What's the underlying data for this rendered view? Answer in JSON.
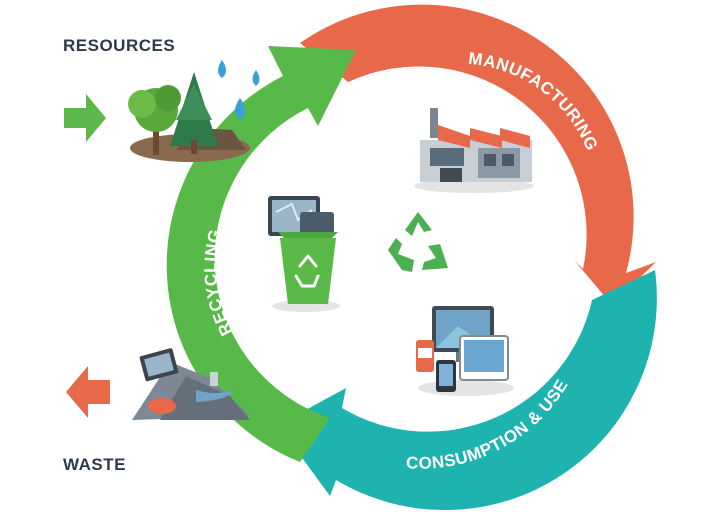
{
  "labels": {
    "resources": "RESOURCES",
    "waste": "WASTE",
    "manufacturing": "MANUFACTURING",
    "consumption": "CONSUMPTION & USE",
    "recycling": "RECYCLING"
  },
  "colors": {
    "manufacturing": "#e8694a",
    "consumption": "#1fb3b0",
    "recycling": "#57b947",
    "inflow_arrow": "#5cb84a",
    "outflow_arrow": "#e8694a",
    "label_text": "#2f3a48",
    "recycle_symbol": "#4caf50"
  },
  "icons": {
    "resources": "trees-water-icon",
    "manufacturing": "factory-icon",
    "consumption": "devices-icon",
    "recycling": "recycle-bin-icon",
    "center": "recycle-symbol-icon",
    "waste": "waste-pile-icon"
  }
}
